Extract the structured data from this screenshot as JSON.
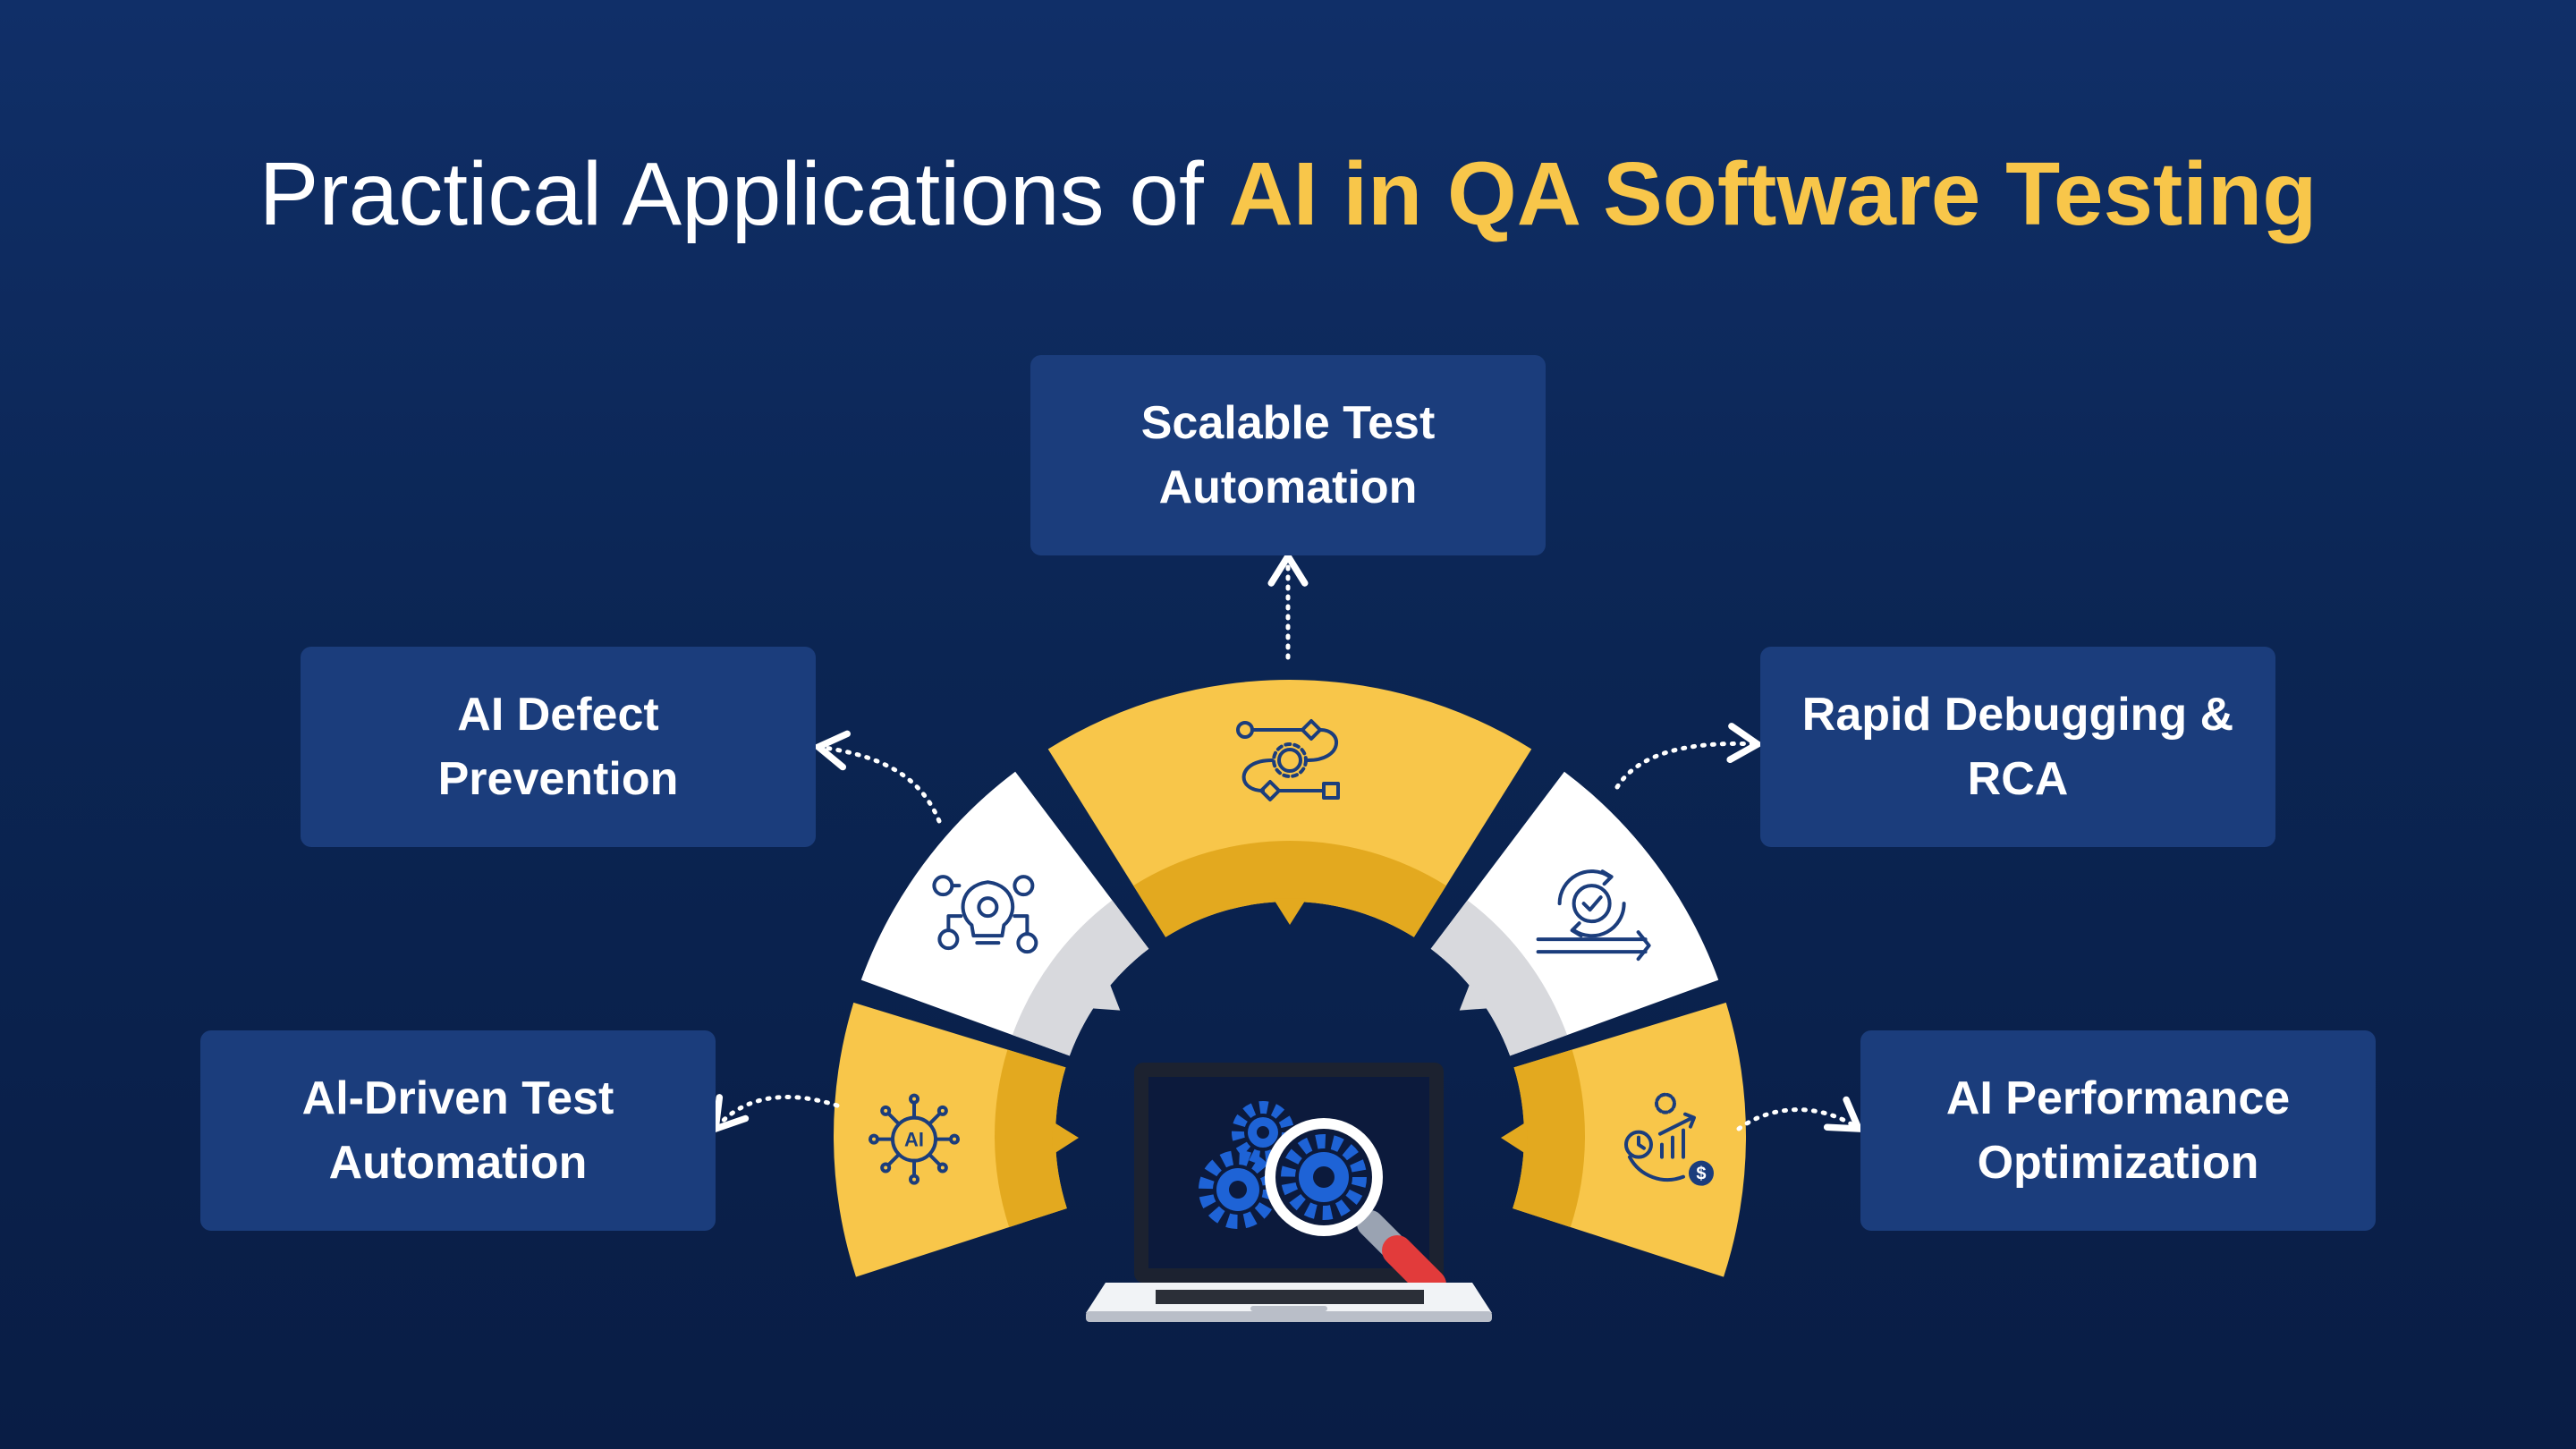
{
  "title": {
    "prefix": "Practical Applications of ",
    "highlight": "AI in QA Software Testing"
  },
  "colors": {
    "background": "#0b2553",
    "card": "#1b3d7c",
    "accent": "#f8c64a",
    "accent_dark": "#e3a91f",
    "segment_white": "#ffffff",
    "icon_stroke": "#1b3d7c",
    "gear_blue": "#1e63d6"
  },
  "cards": {
    "scalable": {
      "line1": "Scalable Test",
      "line2": "Automation"
    },
    "defect": {
      "line1": "AI Defect",
      "line2": "Prevention"
    },
    "debugging": {
      "line1": "Rapid Debugging &",
      "line2": "RCA"
    },
    "driven": {
      "line1": "Al-Driven Test",
      "line2": "Automation"
    },
    "performance": {
      "line1": "AI Performance",
      "line2": "Optimization"
    }
  },
  "segments": [
    {
      "name": "ai-chip",
      "icon": "ai-chip-icon",
      "label": "AI",
      "color": "yellow"
    },
    {
      "name": "defect",
      "icon": "lightbulb-gear-icon",
      "color": "white"
    },
    {
      "name": "workflow",
      "icon": "workflow-icon",
      "color": "yellow"
    },
    {
      "name": "cycle",
      "icon": "refresh-cycle-icon",
      "color": "white"
    },
    {
      "name": "performance",
      "icon": "performance-chart-icon",
      "color": "yellow"
    }
  ],
  "center_icon": "laptop-gear-magnifier-icon"
}
